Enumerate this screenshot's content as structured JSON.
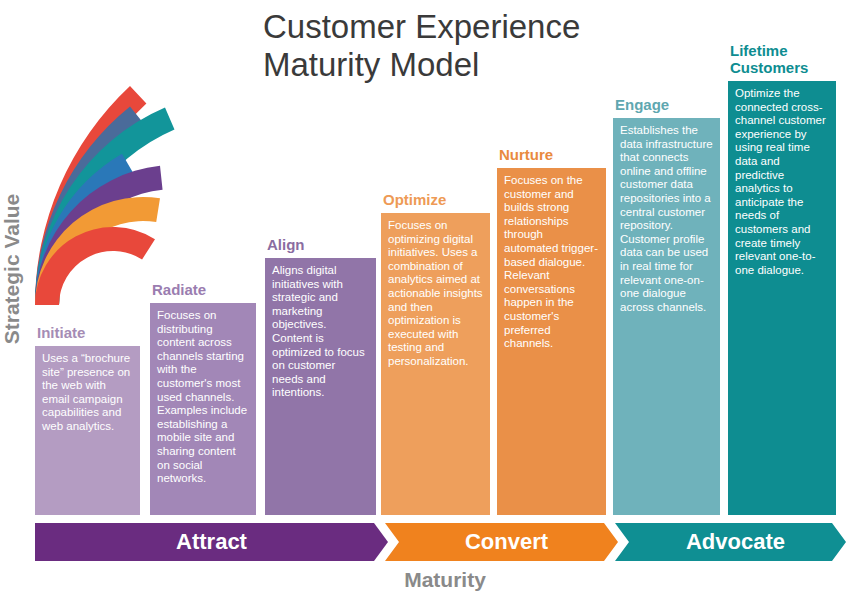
{
  "diagram": {
    "title": "Customer Experience Maturity Model",
    "nodes": [
      {
        "text": [
          "Initiate",
          "Uses a “brochure site” presence on the web with email campaign capabilities and web analytics."
        ]
      },
      {
        "text": [
          "Radiate",
          "Focuses on distributing content across channels starting with the customer's most used channels. Examples include establishing a mobile site and sharing content on social networks."
        ]
      },
      {
        "text": [
          "Align",
          "Aligns digital initiatives with strategic and marketing objectives. Content is optimized to focus on customer needs and intentions."
        ]
      },
      {
        "text": [
          "Optimize",
          "Focuses on optimizing digital initiatives. Uses a combination of analytics aimed at actionable insights and then optimization is executed with testing and personalization."
        ]
      },
      {
        "text": [
          "Nurture",
          "Focuses on the customer and builds strong relationships through automated trigger-based dialogue. Relevant conversations happen in the customer's preferred channels."
        ]
      },
      {
        "text": [
          "Engage",
          "Establishes the data infrastructure that connects online and offline customer data repositories into a central customer repository. Customer profile data can be used in real time for relevant one-on-one dialogue across channels."
        ]
      },
      {
        "text": [
          "Lifetime Customers",
          "Optimize the connected cross-channel customer experience by using real time data and predictive analytics to anticipate the needs of customers and create timely relevant one-to-one dialogue."
        ]
      },
      {
        "text": [
          "Attract"
        ]
      },
      {
        "text": [
          "Convert"
        ]
      },
      {
        "text": [
          "Advocate"
        ]
      }
    ],
    "labels": [
      "Strategic Value",
      "Maturity"
    ]
  }
}
